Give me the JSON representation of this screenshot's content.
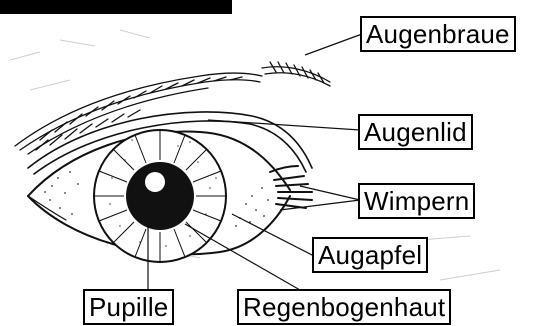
{
  "labels": {
    "augenbraue": "Augenbraue",
    "augenlid": "Augenlid",
    "wimpern": "Wimpern",
    "augapfel": "Augapfel",
    "pupille": "Pupille",
    "regenbogenhaut": "Regenbogenhaut"
  }
}
